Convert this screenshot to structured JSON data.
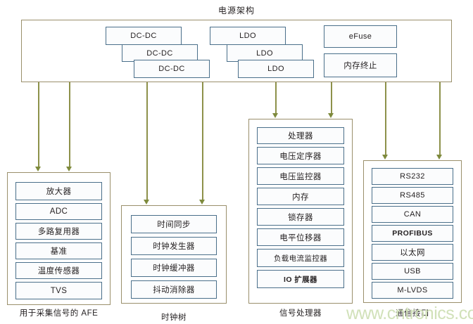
{
  "diagram": {
    "title": "电源架构",
    "watermark": "www.cntronics.com"
  },
  "power_architecture": {
    "label": "电源架构",
    "blocks": [
      {
        "name": "dcdc-1",
        "label": "DC-DC"
      },
      {
        "name": "dcdc-2",
        "label": "DC-DC"
      },
      {
        "name": "dcdc-3",
        "label": "DC-DC"
      },
      {
        "name": "ldo-1",
        "label": "LDO"
      },
      {
        "name": "ldo-2",
        "label": "LDO"
      },
      {
        "name": "ldo-3",
        "label": "LDO"
      },
      {
        "name": "efuse",
        "label": "eFuse"
      },
      {
        "name": "memory-termination",
        "label": "内存终止"
      }
    ]
  },
  "groups": {
    "afe": {
      "caption": "用于采集信号的 AFE",
      "items": [
        {
          "label": "放大器"
        },
        {
          "label": "ADC"
        },
        {
          "label": "多路复用器"
        },
        {
          "label": "基准"
        },
        {
          "label": "温度传感器"
        },
        {
          "label": "TVS"
        }
      ]
    },
    "clock_tree": {
      "caption": "时钟树",
      "items": [
        {
          "label": "时间同步"
        },
        {
          "label": "时钟发生器"
        },
        {
          "label": "时钟缓冲器"
        },
        {
          "label": "抖动消除器"
        }
      ]
    },
    "signal_processor": {
      "caption": "信号处理器",
      "items": [
        {
          "label": "处理器"
        },
        {
          "label": "电压定序器"
        },
        {
          "label": "电压监控器"
        },
        {
          "label": "内存"
        },
        {
          "label": "锁存器"
        },
        {
          "label": "电平位移器"
        },
        {
          "label": "负载电流监控器"
        },
        {
          "label": "IO 扩展器"
        }
      ]
    },
    "communication_interface": {
      "caption": "通信接口",
      "items": [
        {
          "label": "RS232"
        },
        {
          "label": "RS485"
        },
        {
          "label": "CAN"
        },
        {
          "label": "PROFIBUS"
        },
        {
          "label": "以太网"
        },
        {
          "label": "USB"
        },
        {
          "label": "M-LVDS"
        }
      ]
    }
  },
  "colors": {
    "group_border": "#9a8f6b",
    "block_border": "#4a6f8a",
    "connector": "#8d914a",
    "watermark": "#cfe0b6",
    "text": "#231f20"
  }
}
